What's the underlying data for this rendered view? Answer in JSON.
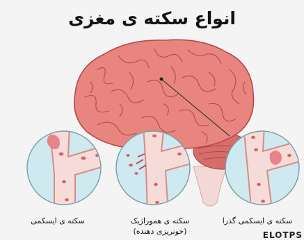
{
  "title": "انواع سکته ی مغزی",
  "labels": {
    "ischemic": "سکته ی ایسکمی",
    "hemorrhagic": "سکته ی هموراژیک",
    "hemorrhagic_sub": "(خونریزی دهنده)",
    "transient": "سکته ی ایسکمی گذرا"
  },
  "logo": "ELOTPS",
  "colors": {
    "brain": "#e8857e",
    "brain_dark": "#b5494a",
    "vessel": "#f6dcd8",
    "vessel_wall": "#d98b86",
    "circle_bg": "#cfe9f0",
    "clot": "#e8838a",
    "rbc": "#d0666d"
  }
}
